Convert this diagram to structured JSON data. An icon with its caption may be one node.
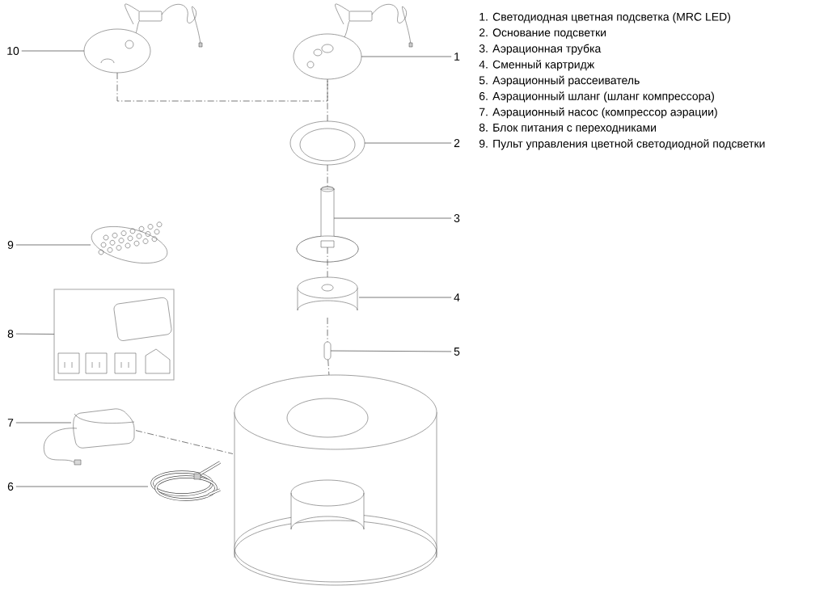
{
  "diagram": {
    "nodes": [
      {
        "text": [
          "10"
        ]
      },
      {
        "text": [],
        "shape": "picture"
      },
      {
        "text": [
          "1"
        ]
      },
      {
        "text": [],
        "shape": "picture"
      },
      {
        "text": [
          "2"
        ]
      },
      {
        "text": [],
        "shape": "picture"
      },
      {
        "text": [
          "3"
        ]
      },
      {
        "text": [],
        "shape": "picture"
      },
      {
        "text": [
          "4"
        ]
      },
      {
        "text": [],
        "shape": "picture"
      },
      {
        "text": [
          "5"
        ]
      },
      {
        "text": [],
        "shape": "bar"
      },
      {
        "text": [
          "9"
        ]
      },
      {
        "text": [],
        "shape": "picture"
      },
      {
        "text": [
          "8"
        ]
      },
      {
        "text": [],
        "shape": "box"
      },
      {
        "text": [
          "7"
        ]
      },
      {
        "text": [],
        "shape": "picture"
      },
      {
        "text": [
          "6"
        ]
      },
      {
        "text": [],
        "shape": "picture"
      },
      {
        "text": [],
        "shape": "picture"
      }
    ],
    "edges": [
      {
        "from": 0,
        "to": 1,
        "arrow": "none"
      },
      {
        "from": 2,
        "to": 3,
        "arrow": "none"
      },
      {
        "from": 4,
        "to": 5,
        "arrow": "none"
      },
      {
        "from": 6,
        "to": 7,
        "arrow": "none"
      },
      {
        "from": 8,
        "to": 9,
        "arrow": "none"
      },
      {
        "from": 10,
        "to": 11,
        "arrow": "none"
      },
      {
        "from": 12,
        "to": 13,
        "arrow": "none"
      },
      {
        "from": 14,
        "to": 15,
        "arrow": "none"
      },
      {
        "from": 16,
        "to": 17,
        "arrow": "none"
      },
      {
        "from": 18,
        "to": 19,
        "arrow": "none"
      },
      {
        "from": 1,
        "to": 3,
        "arrow": "none",
        "style": "dashed"
      },
      {
        "from": 3,
        "to": 5,
        "arrow": "none",
        "style": "dashed"
      },
      {
        "from": 5,
        "to": 7,
        "arrow": "none",
        "style": "dashed"
      },
      {
        "from": 7,
        "to": 9,
        "arrow": "none",
        "style": "dashed"
      },
      {
        "from": 9,
        "to": 11,
        "arrow": "none",
        "style": "dashed"
      },
      {
        "from": 11,
        "to": 20,
        "arrow": "none",
        "style": "dashed"
      },
      {
        "from": 17,
        "to": 20,
        "arrow": "none",
        "style": "dashed"
      }
    ],
    "labels": [
      "1. Светодиодная цветная подсветка (MRC LED)",
      "2. Основание подсветки",
      "3. Аэрационная трубка",
      "4. Сменный картридж",
      "5. Аэрационный рассеиватель",
      "6. Аэрационный шланг (шланг компрессора)",
      "7. Аэрационный насос (компрессор аэрации)",
      "8. Блок питания с переходниками",
      "9. Пульт управления цветной светодиодной подсветки"
    ]
  }
}
